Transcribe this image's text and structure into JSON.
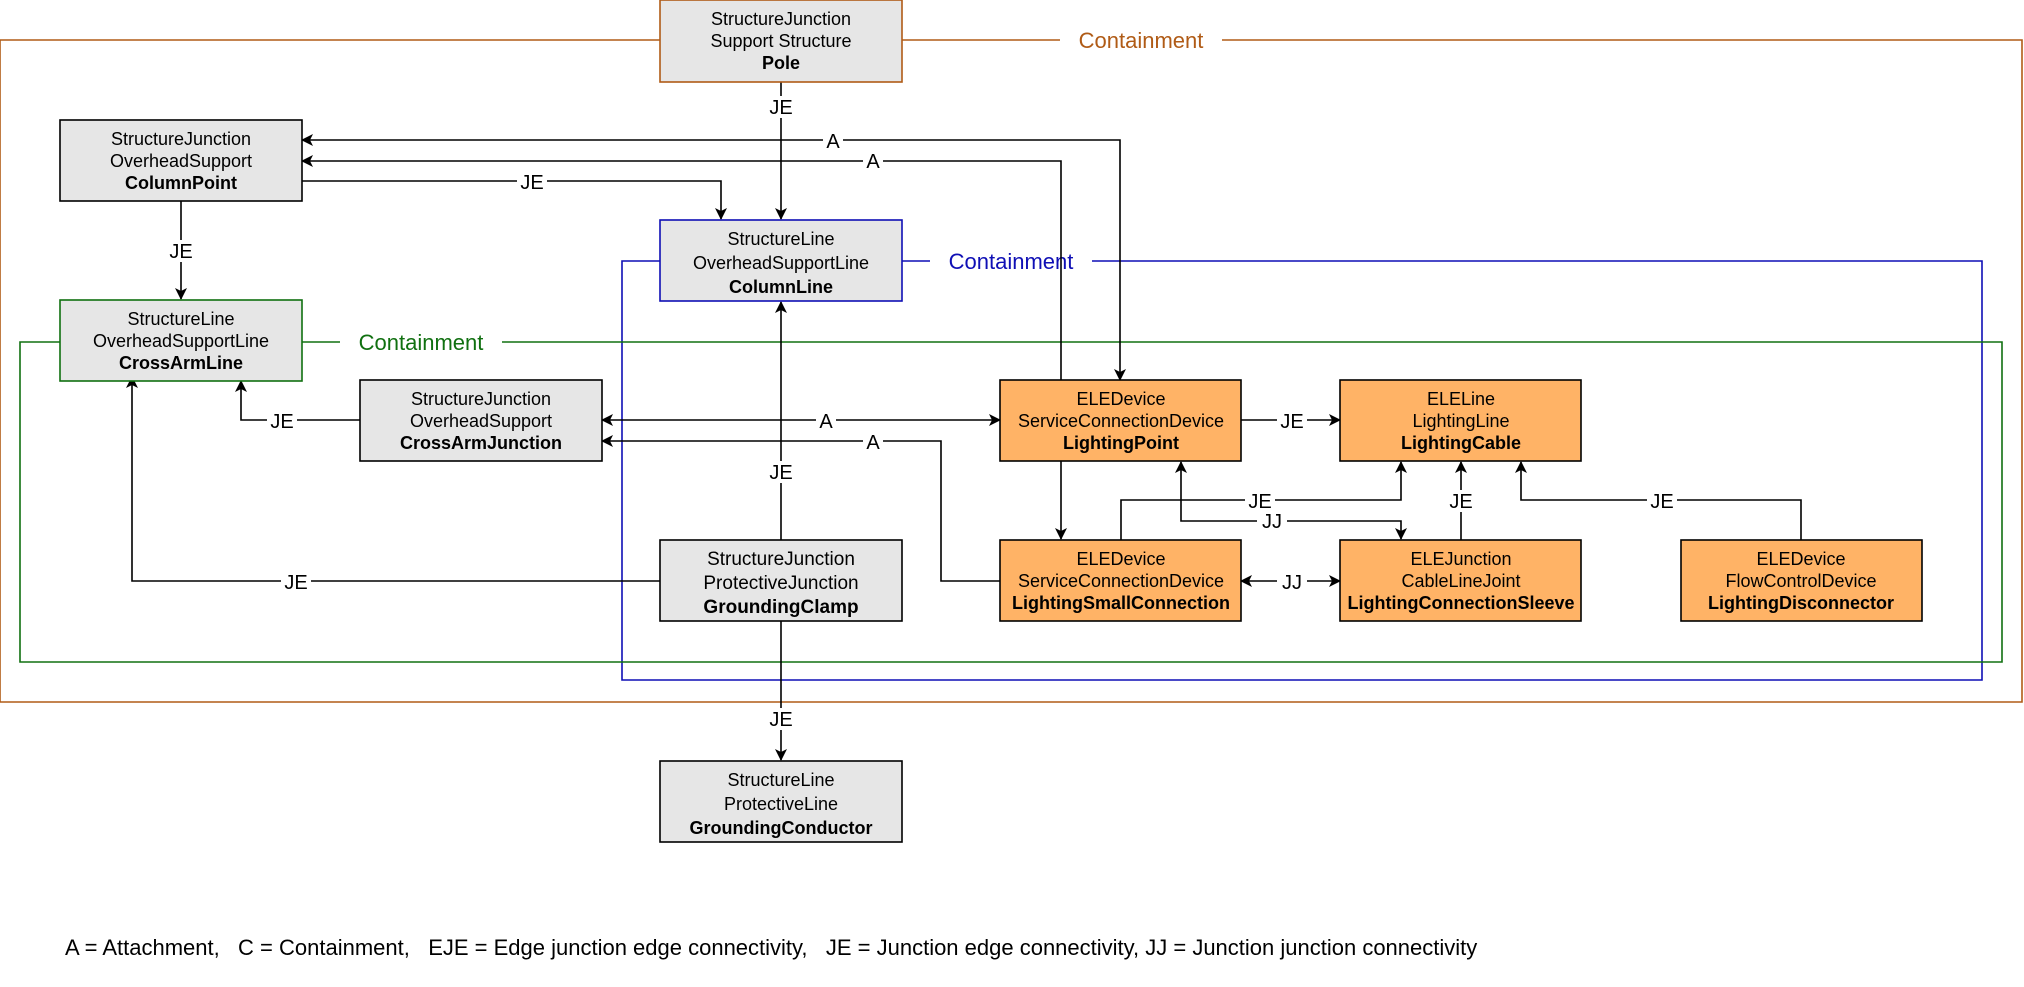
{
  "colors": {
    "gray_fill": "#e6e6e6",
    "orange_fill": "#ffb366",
    "containment_brown": "#b05b16",
    "containment_blue": "#0f0fb5",
    "containment_green": "#107010",
    "edge": "#000000"
  },
  "containers": [
    {
      "id": "outer",
      "label": "Containment",
      "color": "#b05b16"
    },
    {
      "id": "blue",
      "label": "Containment",
      "color": "#0f0fb5"
    },
    {
      "id": "green",
      "label": "Containment",
      "color": "#107010"
    }
  ],
  "nodes": [
    {
      "id": "pole",
      "lines": [
        "StructureJunction",
        "Support Structure"
      ],
      "bold": "Pole",
      "fill": "#e6e6e6",
      "stroke": "#b05b16"
    },
    {
      "id": "columnpoint",
      "lines": [
        "StructureJunction",
        "OverheadSupport"
      ],
      "bold": "ColumnPoint",
      "fill": "#e6e6e6",
      "stroke": "#000000"
    },
    {
      "id": "columnline",
      "lines": [
        "StructureLine",
        "OverheadSupportLine"
      ],
      "bold": "ColumnLine",
      "fill": "#e6e6e6",
      "stroke": "#0f0fb5"
    },
    {
      "id": "crossarmline",
      "lines": [
        "StructureLine",
        "OverheadSupportLine"
      ],
      "bold": "CrossArmLine",
      "fill": "#e6e6e6",
      "stroke": "#107010"
    },
    {
      "id": "crossarmjunction",
      "lines": [
        "StructureJunction",
        "OverheadSupport"
      ],
      "bold": "CrossArmJunction",
      "fill": "#e6e6e6",
      "stroke": "#000000"
    },
    {
      "id": "lightingpoint",
      "lines": [
        "ELEDevice",
        "ServiceConnectionDevice"
      ],
      "bold": "LightingPoint",
      "fill": "#ffb366",
      "stroke": "#000000"
    },
    {
      "id": "lightingcable",
      "lines": [
        "ELELine",
        "LightingLine"
      ],
      "bold": "LightingCable",
      "fill": "#ffb366",
      "stroke": "#000000"
    },
    {
      "id": "groundingclamp",
      "lines": [
        "StructureJunction",
        "ProtectiveJunction"
      ],
      "bold": "GroundingClamp",
      "fill": "#e6e6e6",
      "stroke": "#000000"
    },
    {
      "id": "lightingsmallconnection",
      "lines": [
        "ELEDevice",
        "ServiceConnectionDevice"
      ],
      "bold": "LightingSmallConnection",
      "fill": "#ffb366",
      "stroke": "#000000"
    },
    {
      "id": "lightingconnectionsleeve",
      "lines": [
        "ELEJunction",
        "CableLineJoint"
      ],
      "bold": "LightingConnectionSleeve",
      "fill": "#ffb366",
      "stroke": "#000000"
    },
    {
      "id": "lightingdisconnector",
      "lines": [
        "ELEDevice",
        "FlowControlDevice"
      ],
      "bold": "LightingDisconnector",
      "fill": "#ffb366",
      "stroke": "#000000"
    },
    {
      "id": "groundingconductor",
      "lines": [
        "StructureLine",
        "ProtectiveLine"
      ],
      "bold": "GroundingConductor",
      "fill": "#e6e6e6",
      "stroke": "#000000"
    }
  ],
  "edges": [
    {
      "id": "pole-columnline",
      "label": "JE"
    },
    {
      "id": "columnpoint-lightingpoint",
      "label": "A"
    },
    {
      "id": "lightingpoint-columnpoint",
      "label": "A"
    },
    {
      "id": "columnpoint-columnline",
      "label": "JE"
    },
    {
      "id": "columnpoint-crossarmline",
      "label": "JE"
    },
    {
      "id": "crossarmjunction-crossarmline",
      "label": "JE"
    },
    {
      "id": "crossarmjunction-lightingpoint",
      "label": "A"
    },
    {
      "id": "lightingsmallconnection-crossarmjunction",
      "label": "A"
    },
    {
      "id": "lightingpoint-lightingcable",
      "label": "JE"
    },
    {
      "id": "lightingpoint-lightingsmallconnection",
      "label": ""
    },
    {
      "id": "groundingclamp-columnline",
      "label": "JE"
    },
    {
      "id": "groundingclamp-crossarmline",
      "label": "JE"
    },
    {
      "id": "lightingsmallconnection-lightingcable",
      "label": "JE"
    },
    {
      "id": "lightingpoint-lightingconnectionsleeve",
      "label": "JJ"
    },
    {
      "id": "lightingconnectionsleeve-lightingcable",
      "label": "JE"
    },
    {
      "id": "lightingdisconnector-lightingcable",
      "label": "JE"
    },
    {
      "id": "lightingsmallconnection-lightingconnectionsleeve",
      "label": "JJ"
    },
    {
      "id": "groundingclamp-groundingconductor",
      "label": "JE"
    }
  ],
  "legend": "A = Attachment,   C = Containment,   EJE = Edge junction edge connectivity,   JE = Junction edge connectivity, JJ = Junction junction connectivity"
}
